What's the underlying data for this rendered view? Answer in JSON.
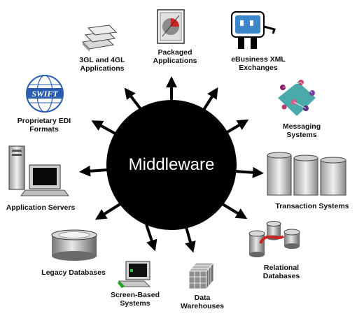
{
  "center": {
    "label": "Middleware"
  },
  "nodes": [
    {
      "id": "3gl-4gl",
      "lines": [
        "3GL and 4GL",
        "Applications"
      ],
      "icon": "stacked-papers-icon"
    },
    {
      "id": "packaged",
      "lines": [
        "Packaged",
        "Applications"
      ],
      "icon": "software-box-icon"
    },
    {
      "id": "ebusiness-xml",
      "lines": [
        "eBusiness XML",
        "Exchanges"
      ],
      "icon": "xml-robot-icon"
    },
    {
      "id": "messaging",
      "lines": [
        "Messaging",
        "Systems"
      ],
      "icon": "messaging-network-icon"
    },
    {
      "id": "transaction",
      "lines": [
        "Transaction Systems"
      ],
      "icon": "server-racks-icon"
    },
    {
      "id": "relational",
      "lines": [
        "Relational",
        "Databases"
      ],
      "icon": "linked-databases-icon"
    },
    {
      "id": "warehouses",
      "lines": [
        "Data",
        "Warehouses"
      ],
      "icon": "data-cube-icon"
    },
    {
      "id": "screen-based",
      "lines": [
        "Screen-Based",
        "Systems"
      ],
      "icon": "terminal-icon"
    },
    {
      "id": "legacy-db",
      "lines": [
        "Legacy Databases"
      ],
      "icon": "database-cylinder-icon"
    },
    {
      "id": "app-servers",
      "lines": [
        "Application Servers"
      ],
      "icon": "server-workstation-icon"
    },
    {
      "id": "edi",
      "lines": [
        "Proprietary EDI",
        "Formats"
      ],
      "icon": "swift-globe-icon"
    }
  ],
  "logos": {
    "swift": "SWIFT"
  },
  "colors": {
    "hub": "#000000",
    "accent_red": "#cc2222",
    "cube": "#8f8f8f",
    "messaging": "#2a9a9a"
  }
}
